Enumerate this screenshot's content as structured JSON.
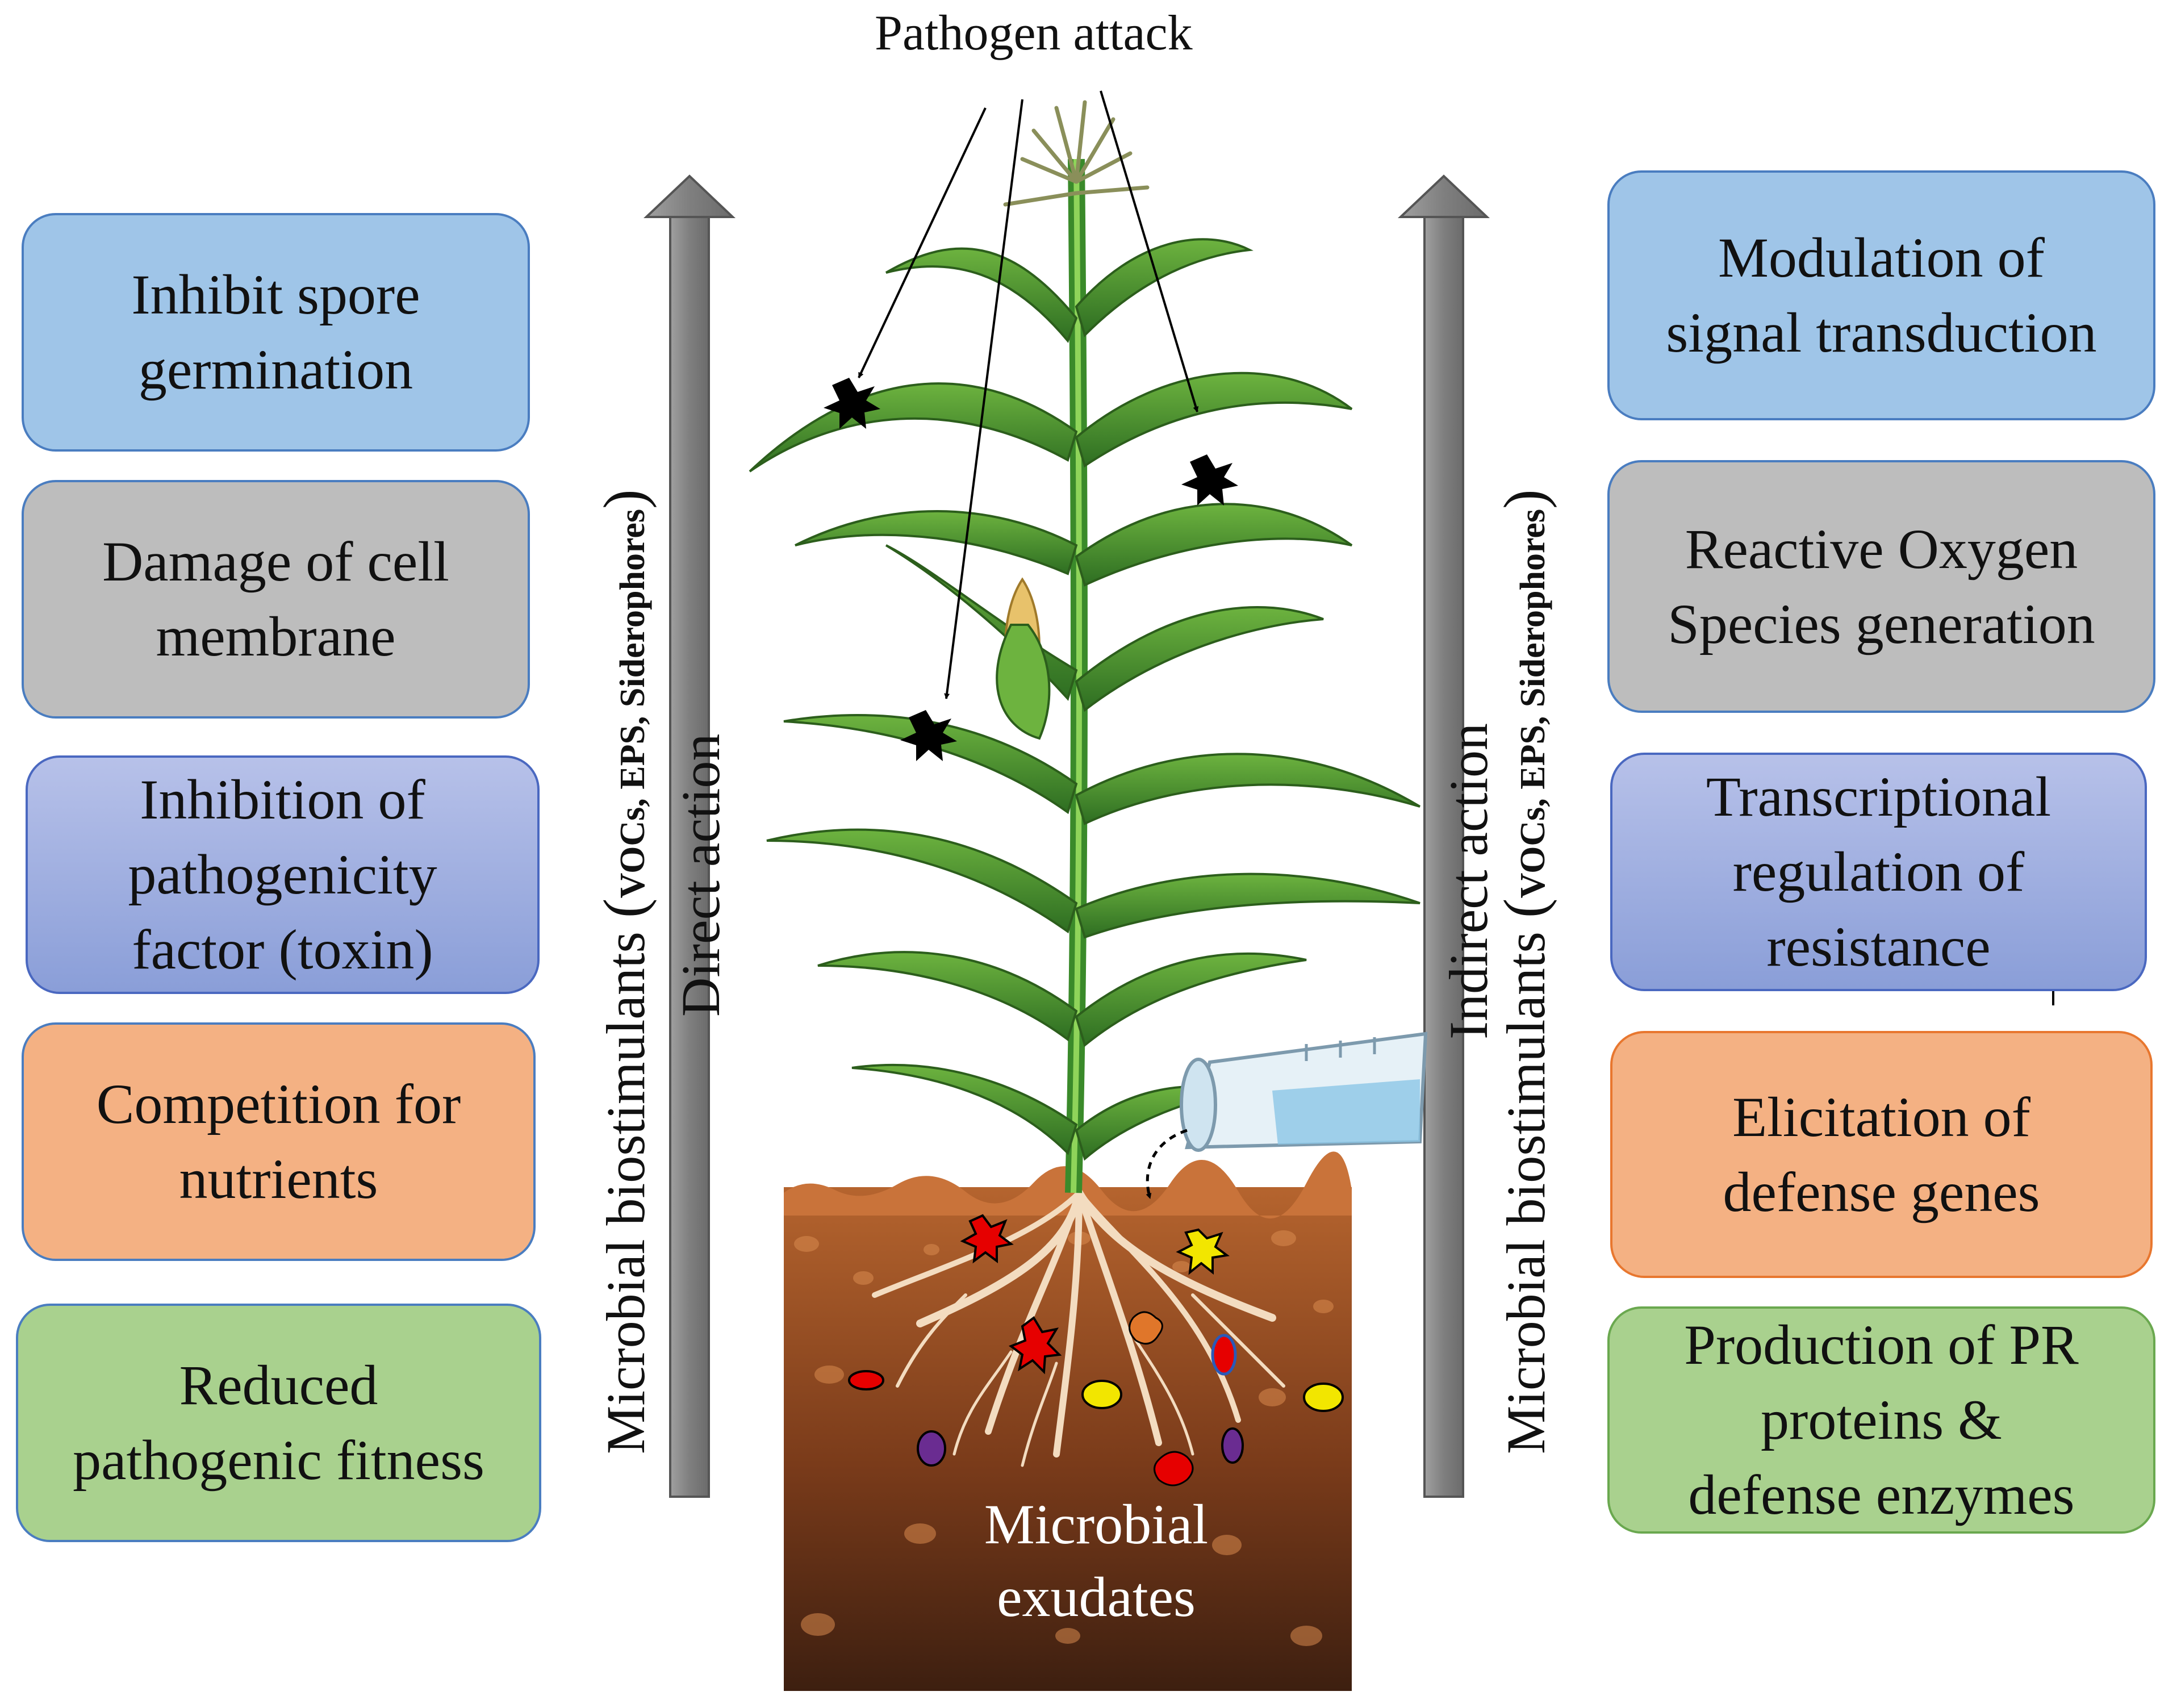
{
  "title": "Pathogen attack",
  "left_boxes": [
    {
      "label": "Inhibit spore\ngermination"
    },
    {
      "label": "Damage of cell\nmembrane"
    },
    {
      "label": "Inhibition of\npathogenicity\nfactor (toxin)"
    },
    {
      "label": "Competition for\nnutrients"
    },
    {
      "label": "Reduced\npathogenic fitness"
    }
  ],
  "right_boxes": [
    {
      "label": "Modulation of\nsignal transduction"
    },
    {
      "label": "Reactive Oxygen\nSpecies generation"
    },
    {
      "label": "Transcriptional\nregulation of\nresistance"
    },
    {
      "label": "Elicitation of\ndefense genes"
    },
    {
      "label": "Production of  PR\nproteins  &\ndefense enzymes"
    }
  ],
  "left_vertical": {
    "main": "Microbial biostimulants ",
    "paren_open": "(",
    "sub": "VOCs, EPS, Siderophores",
    "paren_close": ")",
    "arrow_label": "Direct action"
  },
  "right_vertical": {
    "main": "Microbial biostimulants ",
    "paren_open": "(",
    "sub": "VOCs, EPS, Siderophores",
    "paren_close": ")",
    "arrow_label": "Indirect action"
  },
  "soil_label": "Microbial\nexudates",
  "colors": {
    "blue_box": "#9fc5e8",
    "gray_box": "#bdbdbd",
    "purple_box": "#a3b1e1",
    "orange_box": "#f4b183",
    "green_box": "#a9d18e",
    "arrow_gray": "#8c8c8c",
    "soil_top": "#b5642e",
    "soil_bottom": "#3d1f10",
    "leaf_green": "#3c8a2e"
  }
}
